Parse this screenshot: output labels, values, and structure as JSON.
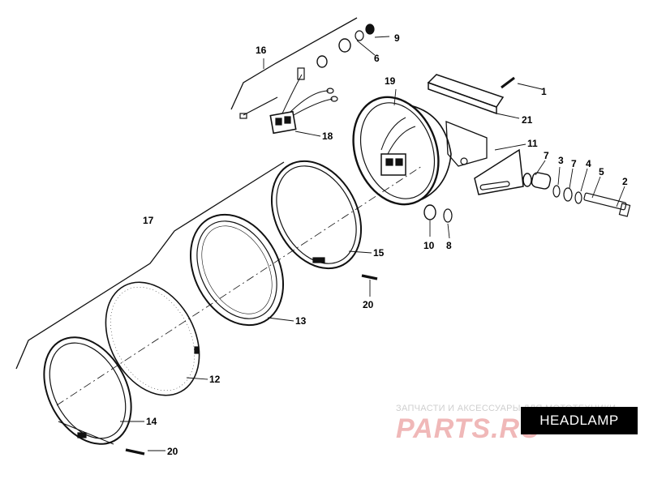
{
  "diagram": {
    "title": "HEADLAMP",
    "watermark_line1": "ЗАПЧАСТИ И АКСЕССУАРЫ ДЛЯ МОТОТЕХНИКИ",
    "watermark_brand": "PARTS.RU",
    "callouts": {
      "c1": "1",
      "c2": "2",
      "c3": "3",
      "c4": "4",
      "c5": "5",
      "c6": "6",
      "c7a": "7",
      "c7b": "7",
      "c8": "8",
      "c9": "9",
      "c10": "10",
      "c11": "11",
      "c12": "12",
      "c13": "13",
      "c14": "14",
      "c15": "15",
      "c16": "16",
      "c17": "17",
      "c18": "18",
      "c19": "19",
      "c20a": "20",
      "c20b": "20",
      "c21": "21"
    }
  }
}
